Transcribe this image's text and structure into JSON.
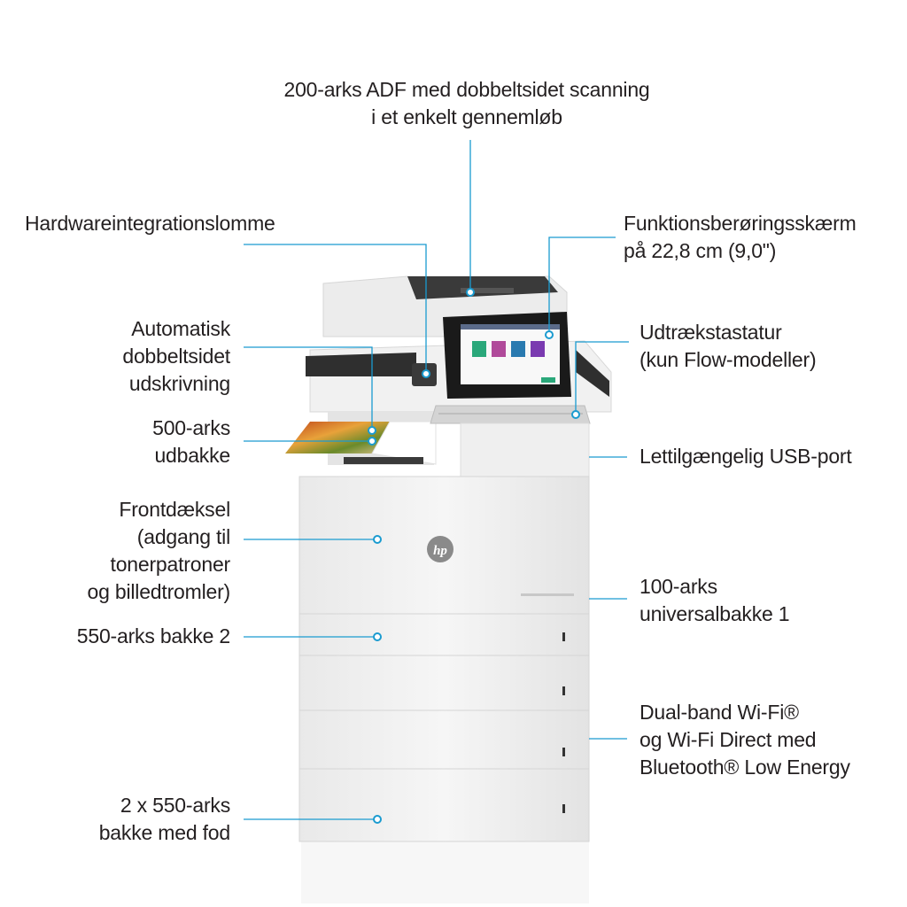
{
  "callouts": {
    "adf": "200-arks ADF med dobbeltsidet scanning\ni et enkelt gennemløb",
    "hip": "Hardwareintegrationslomme",
    "touchscreen": "Funktionsberøringsskærm\npå 22,8 cm (9,0\")",
    "duplex": "Automatisk\ndobbeltsidet\nudskrivning",
    "keyboard": "Udtrækstastatur\n(kun Flow-modeller)",
    "output_bin": "500-arks\nudbakke",
    "usb": "Lettilgængelig USB-port",
    "front_cover": "Frontdæksel\n(adgang til\ntonerpatroner\nog billedtromler)",
    "tray1": "100-arks\nuniversalbakke 1",
    "tray2": "550-arks bakke 2",
    "wireless": "Dual-band Wi-Fi®\nog Wi-Fi Direct med\nBluetooth® Low Energy",
    "stand": "2 x 550-arks\nbakke med fod"
  },
  "printer": {
    "brand_logo": "hp"
  },
  "colors": {
    "callout_line": "#1a9bd0",
    "text": "#231f20"
  }
}
